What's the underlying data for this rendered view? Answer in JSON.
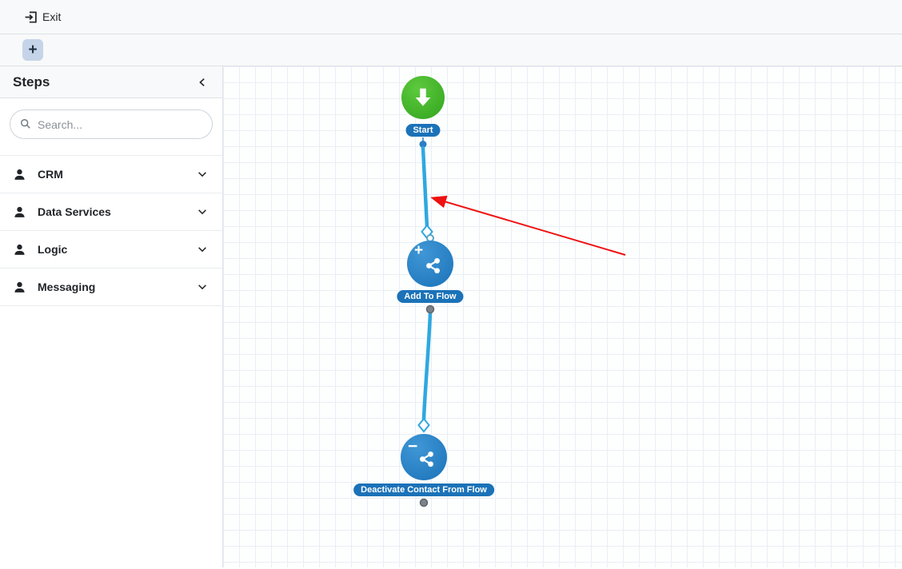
{
  "topbar": {
    "exit_label": "Exit"
  },
  "toolbar": {
    "add_label": "+"
  },
  "sidebar": {
    "title": "Steps",
    "search_placeholder": "Search...",
    "categories": [
      {
        "label": "CRM"
      },
      {
        "label": "Data Services"
      },
      {
        "label": "Logic"
      },
      {
        "label": "Messaging"
      }
    ]
  },
  "canvas": {
    "nodes": [
      {
        "id": "start",
        "label": "Start",
        "badge": ""
      },
      {
        "id": "add-to-flow",
        "label": "Add To Flow",
        "badge": "+"
      },
      {
        "id": "deactivate-contact-from-flow",
        "label": "Deactivate Contact From Flow",
        "badge": "−"
      }
    ],
    "edges": [
      {
        "from": "start",
        "to": "add-to-flow"
      },
      {
        "from": "add-to-flow",
        "to": "deactivate-contact-from-flow"
      }
    ]
  },
  "colors": {
    "node_blue": "#1b72b8",
    "pill_blue": "#1b72b8",
    "start_green": "#31a41d",
    "edge_blue": "#2fa8e0",
    "annotation_red": "#ee1111"
  }
}
